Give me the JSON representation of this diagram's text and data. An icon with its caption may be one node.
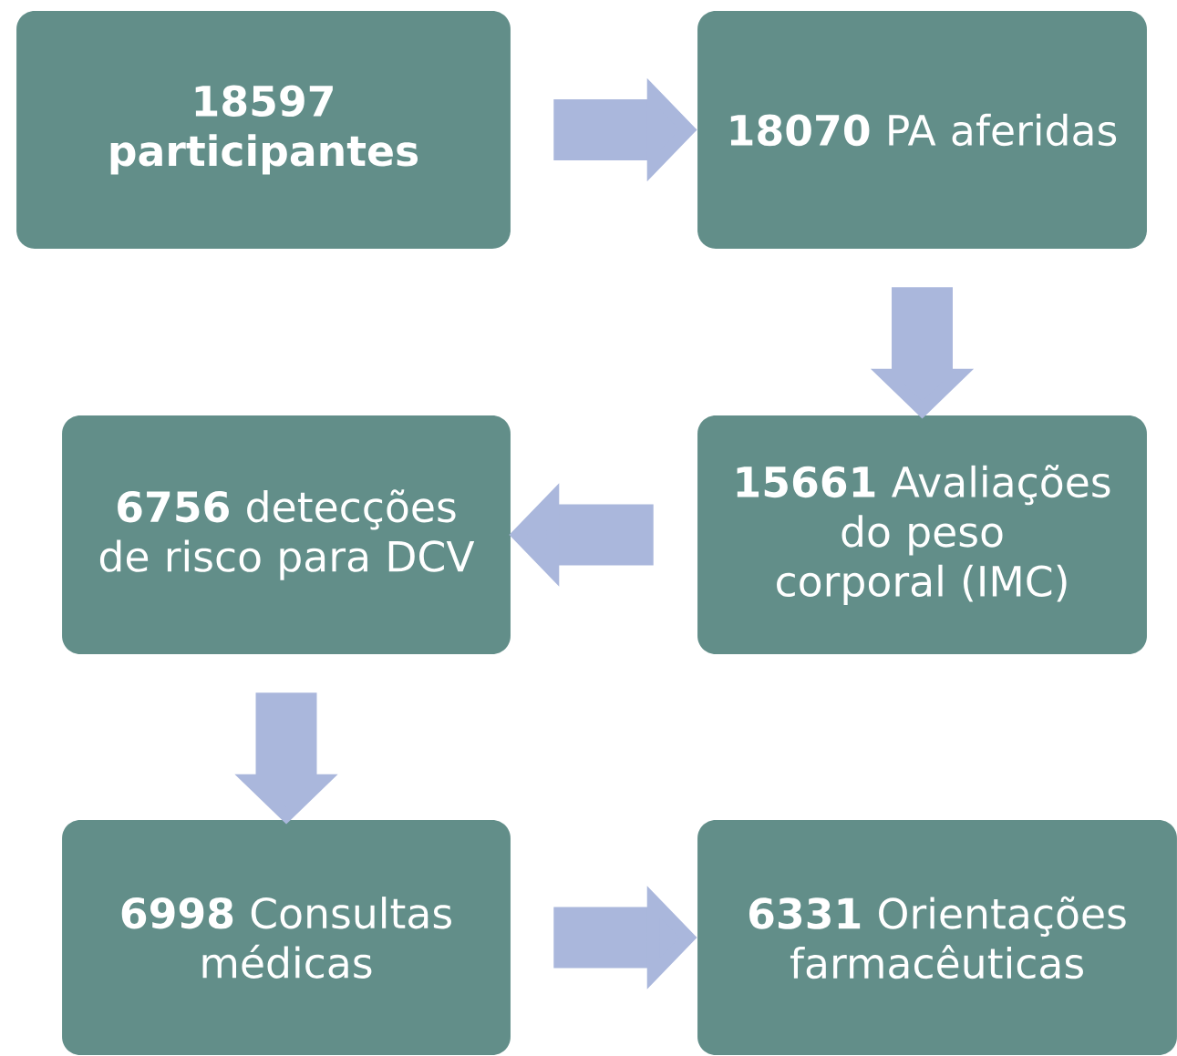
{
  "diagram": {
    "nodes": [
      {
        "text": [
          "18597 participantes"
        ]
      },
      {
        "text": [
          "**18070** PA aferidas"
        ]
      },
      {
        "text": [
          "**15661** Avaliações do peso corporal (IMC)"
        ]
      },
      {
        "text": [
          "**6756** detecções de risco para DCV"
        ]
      },
      {
        "text": [
          "**6998** Consultas médicas"
        ]
      },
      {
        "text": [
          "**6331** Orientações farmacêuticas"
        ]
      }
    ],
    "edges": [
      {
        "from": 0,
        "to": 1,
        "arrow": "to"
      },
      {
        "from": 1,
        "to": 2,
        "arrow": "to"
      },
      {
        "from": 2,
        "to": 3,
        "arrow": "to"
      },
      {
        "from": 3,
        "to": 4,
        "arrow": "to"
      },
      {
        "from": 4,
        "to": 5,
        "arrow": "to"
      }
    ]
  }
}
